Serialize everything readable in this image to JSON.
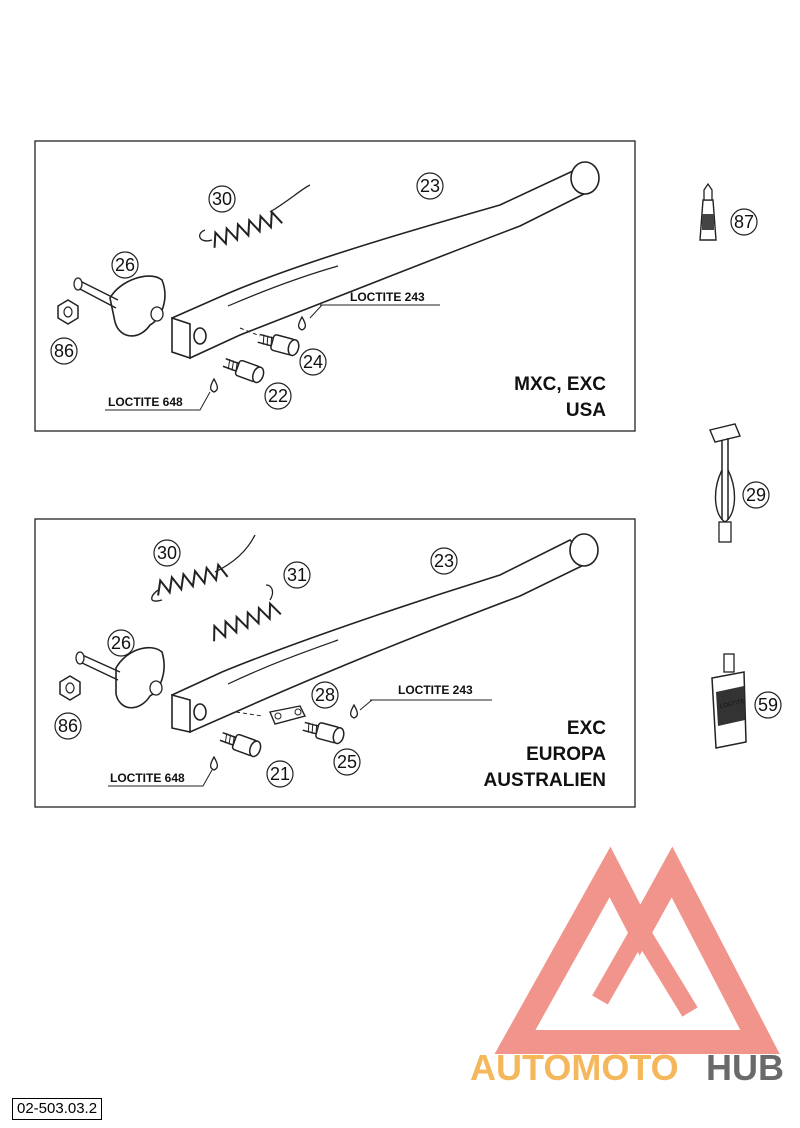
{
  "diagram": {
    "panel_1": {
      "callouts": {
        "p30": "30",
        "p23": "23",
        "p26": "26",
        "p86": "86",
        "p24": "24",
        "p22": "22"
      },
      "loctite_a": "LOCTITE 243",
      "loctite_b": "LOCTITE 648",
      "model_line_1": "MXC, EXC",
      "model_line_2": "USA"
    },
    "panel_2": {
      "callouts": {
        "p30": "30",
        "p31": "31",
        "p23": "23",
        "p26": "26",
        "p86": "86",
        "p28": "28",
        "p25": "25",
        "p21": "21"
      },
      "loctite_a": "LOCTITE 243",
      "loctite_b": "LOCTITE 648",
      "model_line_1": "EXC",
      "model_line_2": "EUROPA",
      "model_line_3": "AUSTRALIEN"
    },
    "accessories": {
      "p87": "87",
      "p29": "29",
      "p59": "59",
      "bottle_label": "LOCTITE"
    },
    "reference_code": "02-503.03.2"
  },
  "watermark": {
    "brand_part_1": "AUTOMOTO",
    "brand_part_2": "HUB",
    "colors": {
      "triangle": "#f08a80",
      "orange": "#f4b04a",
      "gray": "#5a5a5a"
    }
  }
}
